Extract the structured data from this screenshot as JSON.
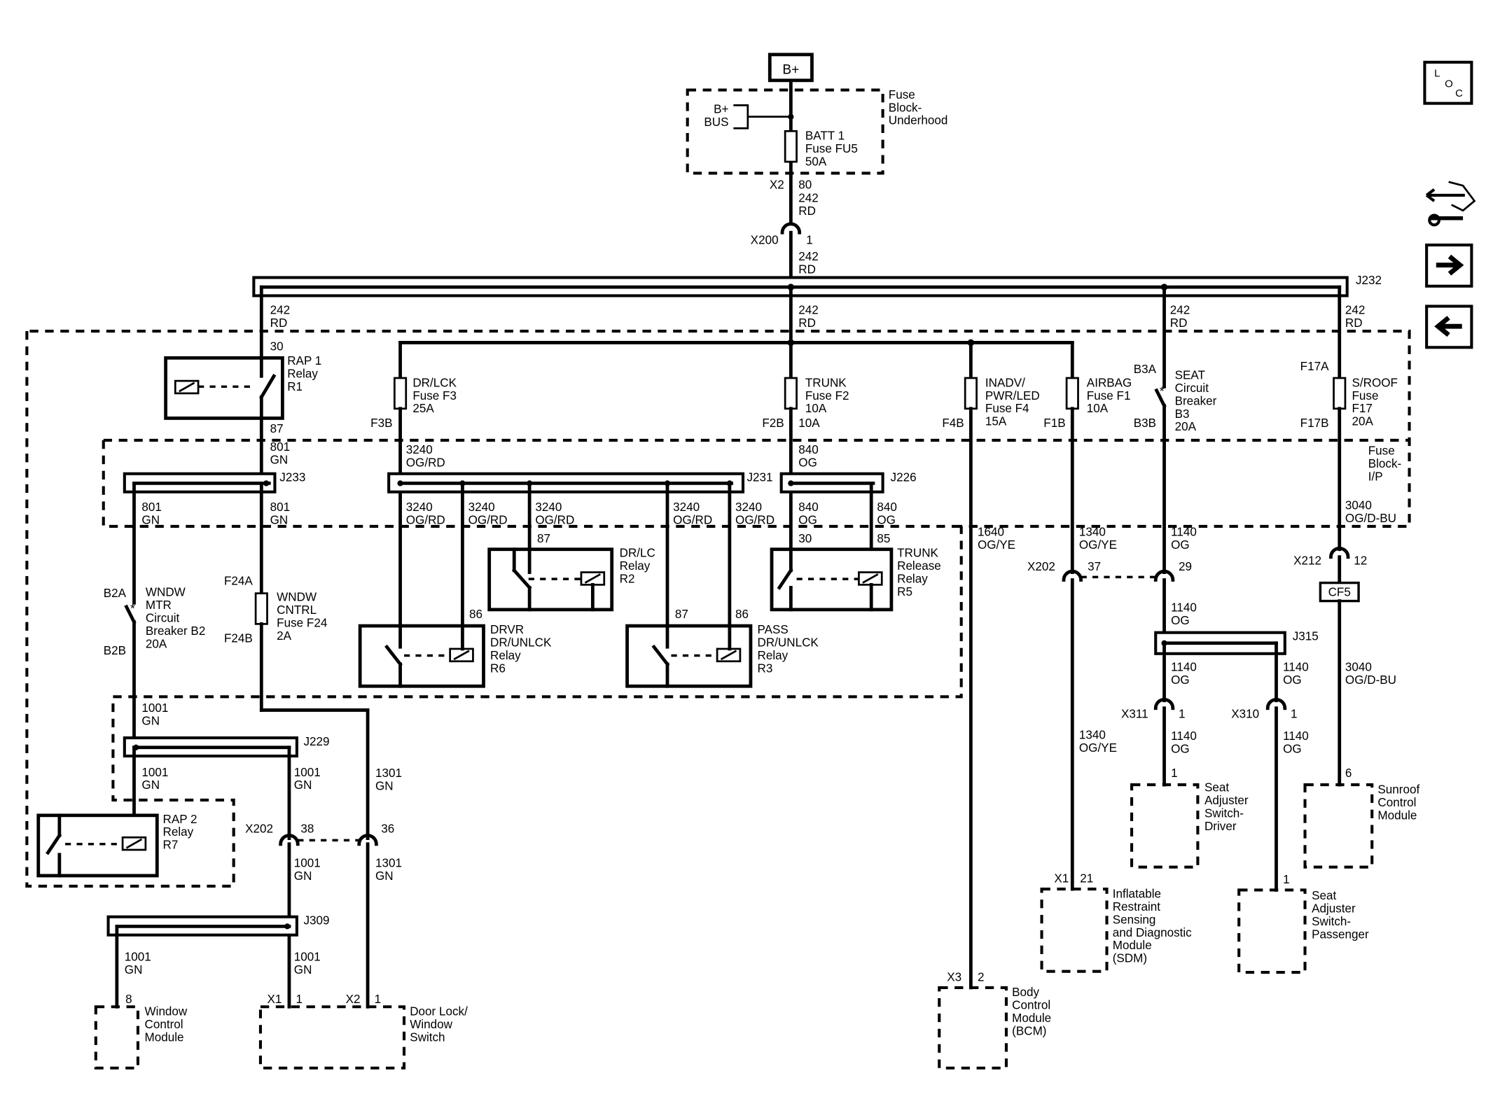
{
  "source": {
    "label": "B+"
  },
  "fuse_block_underhood": {
    "title": [
      "Fuse",
      "Block-",
      "Underhood"
    ],
    "bus": [
      "B+",
      "BUS"
    ],
    "fuse": [
      "BATT 1",
      "Fuse FU5",
      "50A"
    ]
  },
  "fuse_block_ip": {
    "title": [
      "Fuse",
      "Block-",
      "I/P"
    ]
  },
  "connectors": {
    "x2_80": [
      "X2",
      "80"
    ],
    "x200": [
      "X200",
      "1"
    ],
    "x202_37": [
      "X202",
      "37"
    ],
    "x202_29": "29",
    "x202_38": [
      "X202",
      "38"
    ],
    "x202_36": "36",
    "x212": [
      "X212",
      "12"
    ],
    "cf5": "CF5",
    "x311": [
      "X311",
      "1"
    ],
    "x310": [
      "X310",
      "1"
    ]
  },
  "splices": {
    "j232": "J232",
    "j233": "J233",
    "j231": "J231",
    "j226": "J226",
    "j315": "J315",
    "j229": "J229",
    "j309": "J309"
  },
  "wires": {
    "w242_top": [
      "242",
      "RD"
    ],
    "w242_bus": [
      "242",
      "RD"
    ],
    "w242_a": [
      "242",
      "RD"
    ],
    "w242_b": [
      "242",
      "RD"
    ],
    "w242_c": [
      "242",
      "RD"
    ],
    "w242_d": [
      "242",
      "RD"
    ],
    "w801_r1": [
      "801",
      "GN"
    ],
    "w801_l": [
      "801",
      "GN"
    ],
    "w801_r": [
      "801",
      "GN"
    ],
    "w3240_in": [
      "3240",
      "OG/RD"
    ],
    "w3240_1": [
      "3240",
      "OG/RD"
    ],
    "w3240_2": [
      "3240",
      "OG/RD"
    ],
    "w3240_3": [
      "3240",
      "OG/RD"
    ],
    "w3240_4": [
      "3240",
      "OG/RD"
    ],
    "w3240_5": [
      "3240",
      "OG/RD"
    ],
    "w840_in": [
      "840",
      "OG"
    ],
    "w840_l": [
      "840",
      "OG"
    ],
    "w840_r": [
      "840",
      "OG"
    ],
    "w1640": [
      "1640",
      "OG/YE"
    ],
    "w1340_a": [
      "1340",
      "OG/YE"
    ],
    "w1340_b": [
      "1340",
      "OG/YE"
    ],
    "w1140_a": [
      "1140",
      "OG"
    ],
    "w1140_b": [
      "1140",
      "OG"
    ],
    "w1140_c": [
      "1140",
      "OG"
    ],
    "w1140_d": [
      "1140",
      "OG"
    ],
    "w1140_e": [
      "1140",
      "OG"
    ],
    "w1140_f": [
      "1140",
      "OG"
    ],
    "w3040_a": [
      "3040",
      "OG/D-BU"
    ],
    "w3040_b": [
      "3040",
      "OG/D-BU"
    ],
    "w1001_a": [
      "1001",
      "GN"
    ],
    "w1001_b": [
      "1001",
      "GN"
    ],
    "w1001_c": [
      "1001",
      "GN"
    ],
    "w1001_d": [
      "1001",
      "GN"
    ],
    "w1001_e": [
      "1001",
      "GN"
    ],
    "w1001_f": [
      "1001",
      "GN"
    ],
    "w1301_a": [
      "1301",
      "GN"
    ],
    "w1301_b": [
      "1301",
      "GN"
    ]
  },
  "components": {
    "rap1": {
      "label": [
        "RAP 1",
        "Relay",
        "R1"
      ],
      "pin_in": "30",
      "pin_out": "87"
    },
    "rap2": {
      "label": [
        "RAP 2",
        "Relay",
        "R7"
      ]
    },
    "drlc": {
      "label": [
        "DR/LC",
        "Relay",
        "R2"
      ],
      "pin": "87"
    },
    "drvr": {
      "label": [
        "DRVR",
        "DR/UNLCK",
        "Relay",
        "R6"
      ],
      "pin": "86"
    },
    "pass": {
      "label": [
        "PASS",
        "DR/UNLCK",
        "Relay",
        "R3"
      ],
      "pin_a": "87",
      "pin_b": "86"
    },
    "trunk_relay": {
      "label": [
        "TRUNK",
        "Release",
        "Relay",
        "R5"
      ],
      "pin_a": "30",
      "pin_b": "85"
    },
    "fuse_drlck": {
      "label": [
        "DR/LCK",
        "Fuse F3",
        "25A"
      ],
      "bottom": "F3B"
    },
    "fuse_trunk": {
      "label": [
        "TRUNK",
        "Fuse F2",
        "10A"
      ],
      "bottom": "F2B",
      "bottom2": "10A"
    },
    "fuse_inadv": {
      "label": [
        "INADV/",
        "PWR/LED",
        "Fuse F4",
        "15A"
      ],
      "bottom": "F4B"
    },
    "fuse_airbag": {
      "label": [
        "AIRBAG",
        "Fuse F1",
        "10A"
      ],
      "bottom": "F1B"
    },
    "cb_seat": {
      "label": [
        "SEAT",
        "Circuit",
        "Breaker",
        "B3",
        "20A"
      ],
      "top": "B3A",
      "bottom": "B3B"
    },
    "fuse_sroof": {
      "label": [
        "S/ROOF",
        "Fuse",
        "F17",
        "20A"
      ],
      "top": "F17A",
      "bottom": "F17B"
    },
    "cb_wndw": {
      "label": [
        "WNDW",
        "MTR",
        "Circuit",
        "Breaker B2",
        "20A"
      ],
      "top": "B2A",
      "bottom": "B2B"
    },
    "fuse_wndw": {
      "label": [
        "WNDW",
        "CNTRL",
        "Fuse F24",
        "2A"
      ],
      "top": "F24A",
      "bottom": "F24B"
    }
  },
  "modules": {
    "window_control": {
      "label": [
        "Window",
        "Control",
        "Module"
      ],
      "pin": "8"
    },
    "door_lock": {
      "label": [
        "Door Lock/",
        "Window",
        "Switch"
      ],
      "pin_a": [
        "X1",
        "1"
      ],
      "pin_b": [
        "X2",
        "1"
      ]
    },
    "bcm": {
      "label": [
        "Body",
        "Control",
        "Module",
        "(BCM)"
      ],
      "pin": [
        "X3",
        "2"
      ]
    },
    "sdm": {
      "label": [
        "Inflatable",
        "Restraint",
        "Sensing",
        "and Diagnostic",
        "Module",
        "(SDM)"
      ],
      "pin": [
        "X1",
        "21"
      ]
    },
    "seat_driver": {
      "label": [
        "Seat",
        "Adjuster",
        "Switch-",
        "Driver"
      ],
      "pin": "1"
    },
    "seat_passenger": {
      "label": [
        "Seat",
        "Adjuster",
        "Switch-",
        "Passenger"
      ],
      "pin": "1"
    },
    "sunroof": {
      "label": [
        "Sunroof",
        "Control",
        "Module"
      ],
      "pin": "6"
    }
  },
  "nav": {
    "loc": [
      "L",
      "O",
      "C"
    ]
  }
}
